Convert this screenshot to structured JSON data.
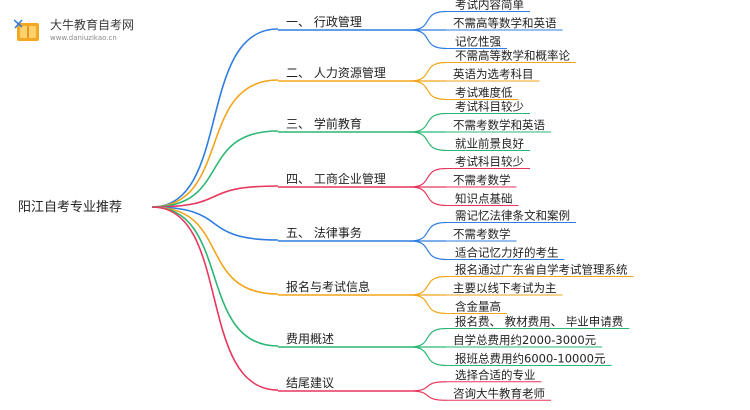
{
  "logo": {
    "title": "大牛教育自考网",
    "url": "www.daniuzikao.cn",
    "icon": "book-icon"
  },
  "root": {
    "label": "阳江自考专业推荐"
  },
  "branches": [
    {
      "label": "一、 行政管理",
      "color": "#2f7de1",
      "leaves": [
        "考试内容简单",
        "不需高等数学和英语",
        "记忆性强"
      ]
    },
    {
      "label": "二、 人力资源管理",
      "color": "#f2a51a",
      "leaves": [
        "不需高等数学和概率论",
        "英语为选考科目",
        "考试难度低"
      ]
    },
    {
      "label": "三、 学前教育",
      "color": "#2bb673",
      "leaves": [
        "考试科目较少",
        "不需考数学和英语",
        "就业前景良好"
      ]
    },
    {
      "label": "四、 工商企业管理",
      "color": "#e8365d",
      "leaves": [
        "考试科目较少",
        "不需考数学",
        "知识点基础"
      ]
    },
    {
      "label": "五、 法律事务",
      "color": "#2f7de1",
      "leaves": [
        "需记忆法律条文和案例",
        "不需考数学",
        "适合记忆力好的考生"
      ]
    },
    {
      "label": "报名与考试信息",
      "color": "#f2a51a",
      "leaves": [
        "报名通过广东省自学考试管理系统",
        "主要以线下考试为主",
        "含金量高"
      ]
    },
    {
      "label": "费用概述",
      "color": "#2bb673",
      "leaves": [
        "报名费、 教材费用、 毕业申请费",
        "自学总费用约2000-3000元",
        "报班总费用约6000-10000元"
      ]
    },
    {
      "label": "结尾建议",
      "color": "#e8365d",
      "leaves": [
        "选择合适的专业",
        "咨询大牛教育老师"
      ]
    }
  ]
}
